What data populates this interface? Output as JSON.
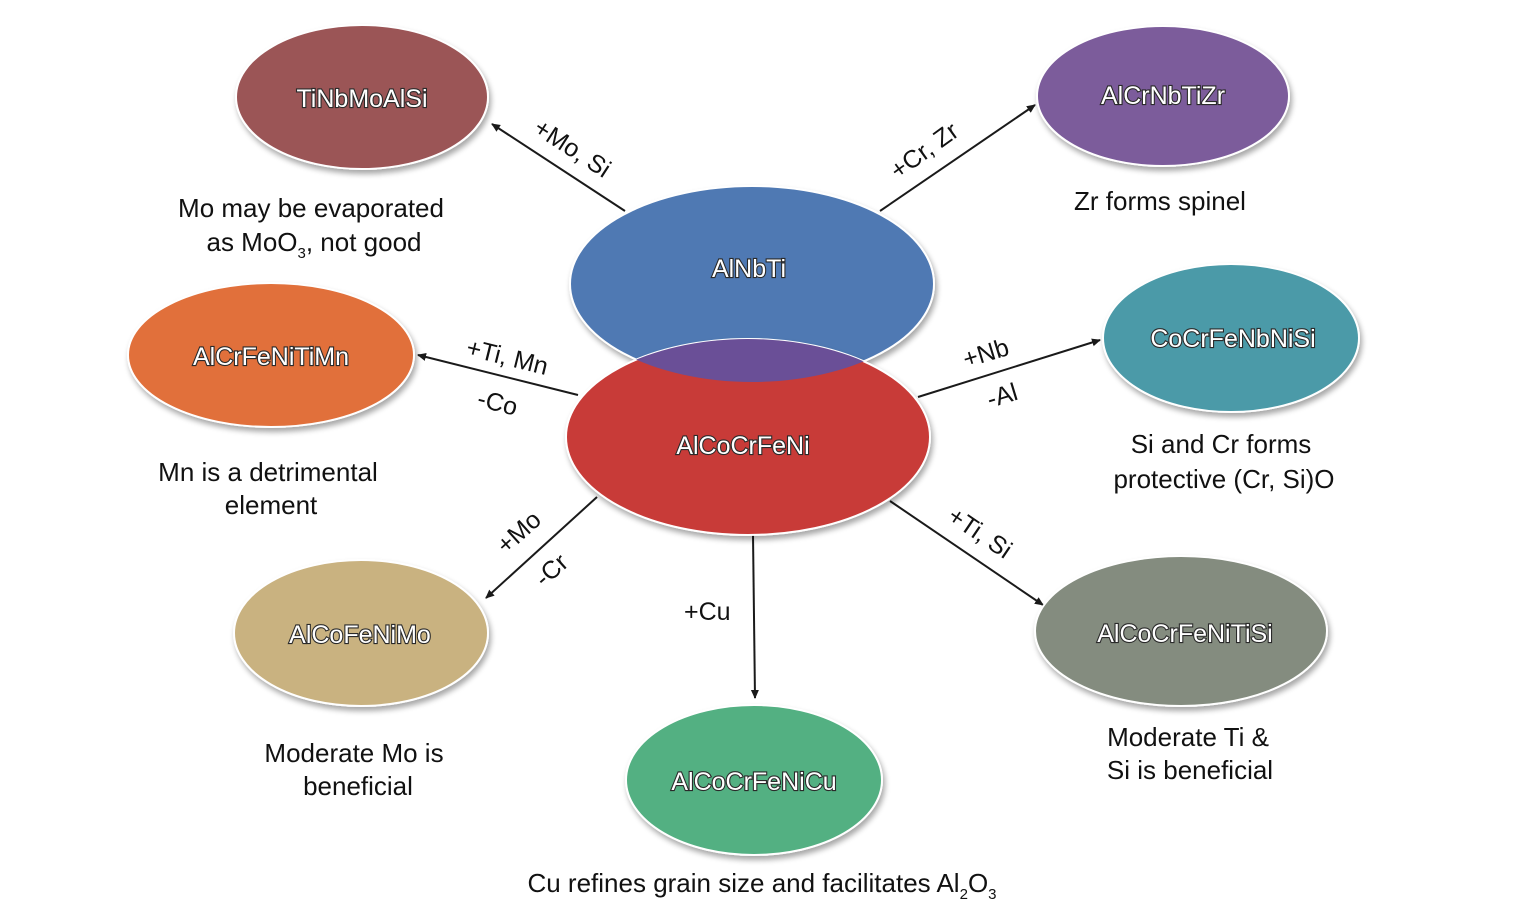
{
  "nodes": {
    "center_top": {
      "label": "AlNbTi",
      "color": "#4f79b3"
    },
    "center_main": {
      "label": "AlCoCrFeNi",
      "color": "#c83a38"
    },
    "overlap_color": "#6a4f97",
    "tinbmoalsi": {
      "label": "TiNbMoAlSi",
      "color": "#9b5457"
    },
    "alcrnbtizr": {
      "label": "AlCrNbTiZr",
      "color": "#7b5b9b"
    },
    "alcrfenitimn": {
      "label": "AlCrFeNiTiMn",
      "color": "#e1703a"
    },
    "cocrfenbnisi": {
      "label": "CoCrFeNbNiSi",
      "color": "#4b9aa8"
    },
    "alcofenimo": {
      "label": "AlCoFeNiMo",
      "color": "#c9b280"
    },
    "alcocrfenicu": {
      "label": "AlCoCrFeNiCu",
      "color": "#53b082"
    },
    "alcocrfenitisi": {
      "label": "AlCoCrFeNiTiSi",
      "color": "#848c7f"
    }
  },
  "edges": {
    "to_tinbmoalsi": "+Mo, Si",
    "to_alcrnbtizr": "+Cr, Zr",
    "to_alcrfenitimn_1": "+Ti, Mn",
    "to_alcrfenitimn_2": "-Co",
    "to_cocrfenbnisi_1": "+Nb",
    "to_cocrfenbnisi_2": "-Al",
    "to_alcofenimo_1": "+Mo",
    "to_alcofenimo_2": "-Cr",
    "to_alcocrfenicu": "+Cu",
    "to_alcocrfenitisi": "+Ti, Si"
  },
  "notes": {
    "tinbmoalsi_line1": "Mo may be evaporated",
    "tinbmoalsi_line2_pre": "as MoO",
    "tinbmoalsi_line2_sub": "3",
    "tinbmoalsi_line2_post": ", not good",
    "alcrnbtizr": "Zr forms spinel",
    "alcrfenitimn_line1": "Mn is a detrimental",
    "alcrfenitimn_line2": "element",
    "cocrfenbnisi_line1": "Si and Cr forms",
    "cocrfenbnisi_line2": "protective (Cr, Si)O",
    "alcofenimo_line1": "Moderate Mo is",
    "alcofenimo_line2": "beneficial",
    "alcocrfenitisi_line1": "Moderate Ti &",
    "alcocrfenitisi_line2": "Si is beneficial",
    "alcocrfenicu_pre": "Cu refines grain size and facilitates Al",
    "alcocrfenicu_sub1": "2",
    "alcocrfenicu_mid": "O",
    "alcocrfenicu_sub2": "3"
  }
}
